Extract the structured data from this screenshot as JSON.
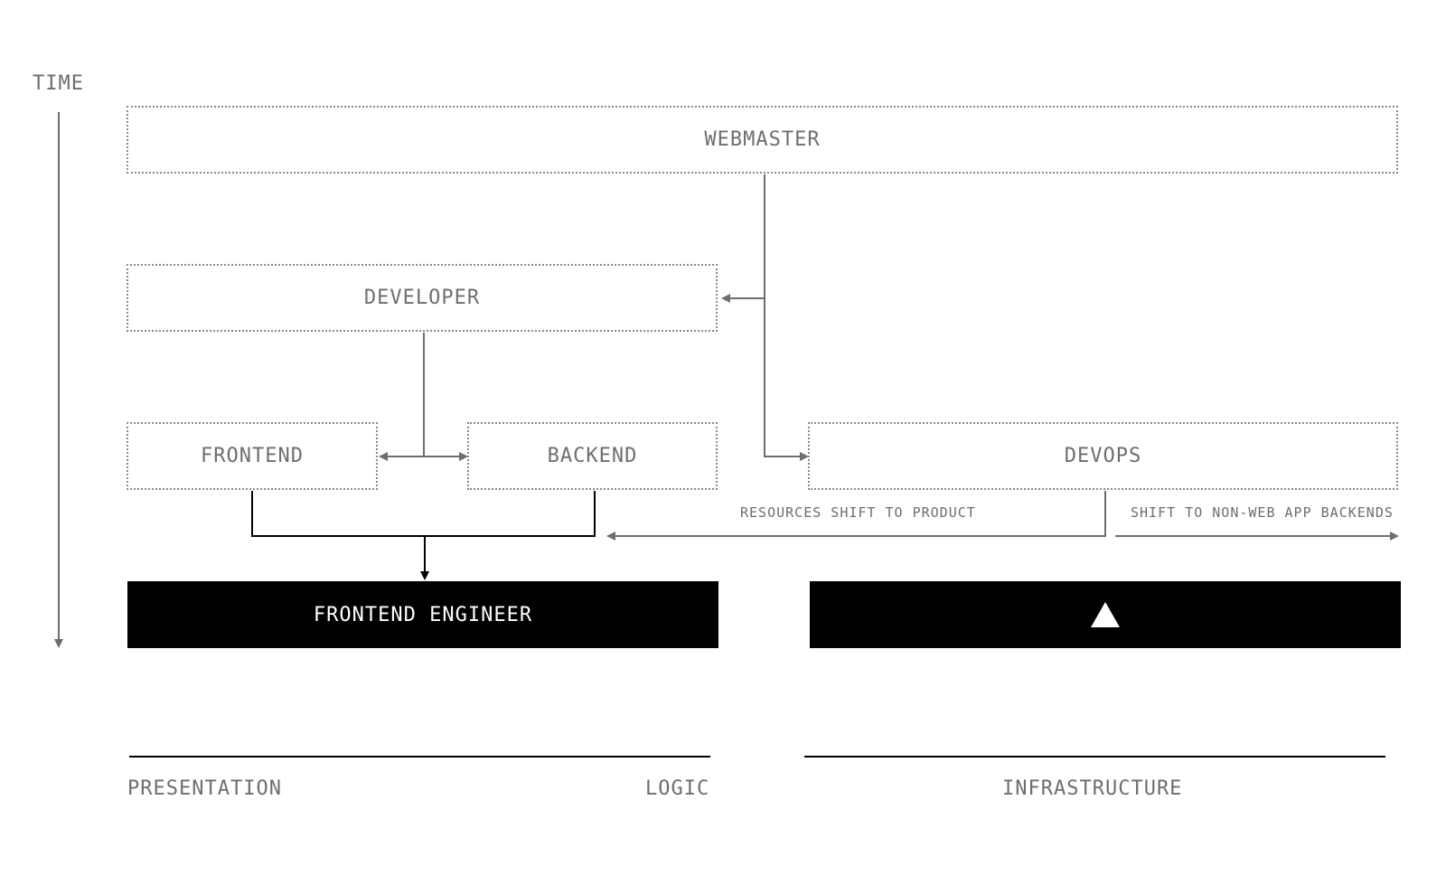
{
  "axis": {
    "time_label": "TIME"
  },
  "roles": {
    "webmaster": "WEBMASTER",
    "developer": "DEVELOPER",
    "frontend": "FRONTEND",
    "backend": "BACKEND",
    "devops": "DEVOPS",
    "frontend_engineer": "FRONTEND ENGINEER"
  },
  "annotations": {
    "resources_shift": "RESOURCES SHIFT TO PRODUCT",
    "shift_non_web": "SHIFT TO NON-WEB APP BACKENDS"
  },
  "icons": {
    "platform_logo": "triangle-icon"
  },
  "bottom_axis": {
    "presentation": "PRESENTATION",
    "logic": "LOGIC",
    "infrastructure": "INFRASTRUCTURE"
  },
  "colors": {
    "line": "#6e6e6e",
    "dark_line": "#000000",
    "block_fill": "#000000",
    "block_text": "#ffffff",
    "dotted_border": "#8a8a8a"
  }
}
